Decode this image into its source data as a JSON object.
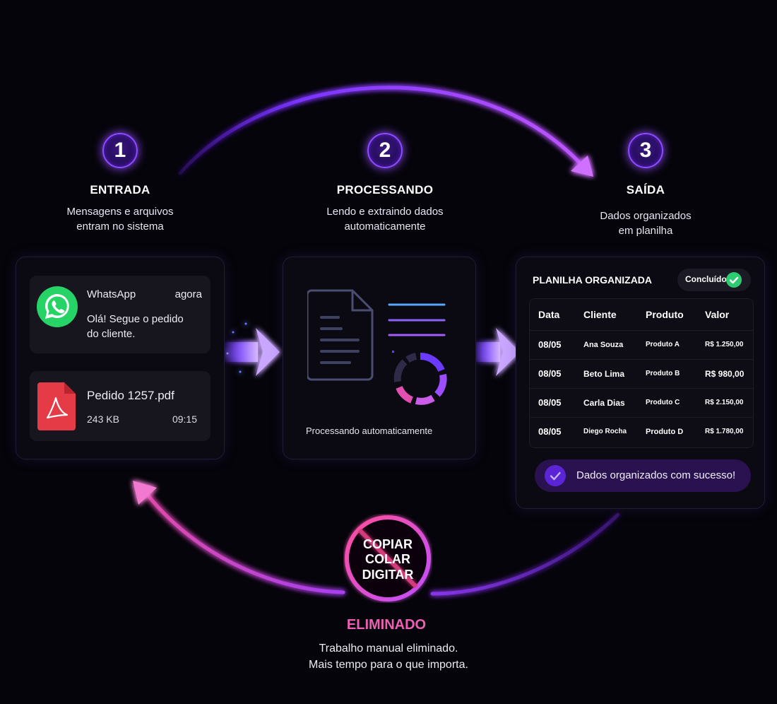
{
  "steps": [
    {
      "number": "1",
      "title": "ENTRADA",
      "desc": "Mensagens e arquivos\nentram no sistema"
    },
    {
      "number": "2",
      "title": "PROCESSANDO",
      "desc": "Lendo e extraindo dados\nautomaticamente"
    },
    {
      "number": "3",
      "title": "SAÍDA",
      "desc": "Dados organizados\nem planilha"
    }
  ],
  "entrada": {
    "message": {
      "app": "WhatsApp",
      "time": "agora",
      "text_line1": "Olá! Segue o pedido",
      "text_line2": "do cliente."
    },
    "file": {
      "name": "Pedido 1257.pdf",
      "size": "243 KB",
      "time": "09:15"
    }
  },
  "processando": {
    "status": "Processando automaticamente"
  },
  "saida": {
    "sheet_title": "PLANILHA ORGANIZADA",
    "badge": "Concluído",
    "headers": [
      "Data",
      "Cliente",
      "Produto",
      "Valor"
    ],
    "rows": [
      [
        "08/05",
        "Ana Souza",
        "Produto A",
        "R$ 1.250,00"
      ],
      [
        "08/05",
        "Beto Lima",
        "Produto B",
        "R$ 980,00"
      ],
      [
        "08/05",
        "Carla Dias",
        "Produto C",
        "R$ 2.150,00"
      ],
      [
        "08/05",
        "Diego Rocha",
        "Produto D",
        "R$ 1.780,00"
      ]
    ],
    "success": "Dados organizados com sucesso!"
  },
  "eliminated": {
    "words": [
      "COPIAR",
      "COLAR",
      "DIGITAR"
    ],
    "title": "ELIMINADO",
    "line1": "Trabalho manual eliminado.",
    "line2": "Mais tempo para o que importa."
  },
  "colors": {
    "accent_purple": "#9b4dff",
    "accent_pink": "#e0419a",
    "success_green": "#2ecc71",
    "whatsapp_green": "#25d366",
    "pdf_red": "#e53b47"
  }
}
